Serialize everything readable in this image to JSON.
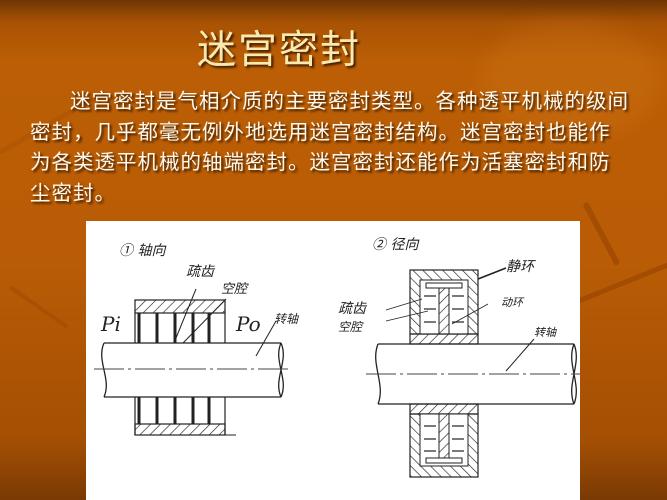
{
  "slide": {
    "title": "迷宫密封",
    "paragraph": "迷宫密封是气相介质的主要密封类型。各种透平机械的级间密封，几乎都毫无例外地选用迷宫密封结构。迷宫密封也能作为各类透平机械的轴端密封。迷宫密封还能作为活塞密封和防尘密封。",
    "colors": {
      "background": "#b95c05",
      "title_text": "#fbeab0",
      "body_text": "#fff8ec",
      "figure_bg": "#ffffff"
    }
  },
  "figure": {
    "diagram1": {
      "heading": "① 轴向",
      "label_teeth": "疏齿",
      "label_cavity": "空腔",
      "label_inlet_pressure": "Pi",
      "label_outlet_pressure": "Po",
      "label_shaft": "转轴"
    },
    "diagram2": {
      "heading": "② 径向",
      "label_static_ring": "静环",
      "label_rotating_ring": "动环",
      "label_shaft": "转轴",
      "label_teeth": "疏齿",
      "label_cavity": "空腔"
    }
  }
}
